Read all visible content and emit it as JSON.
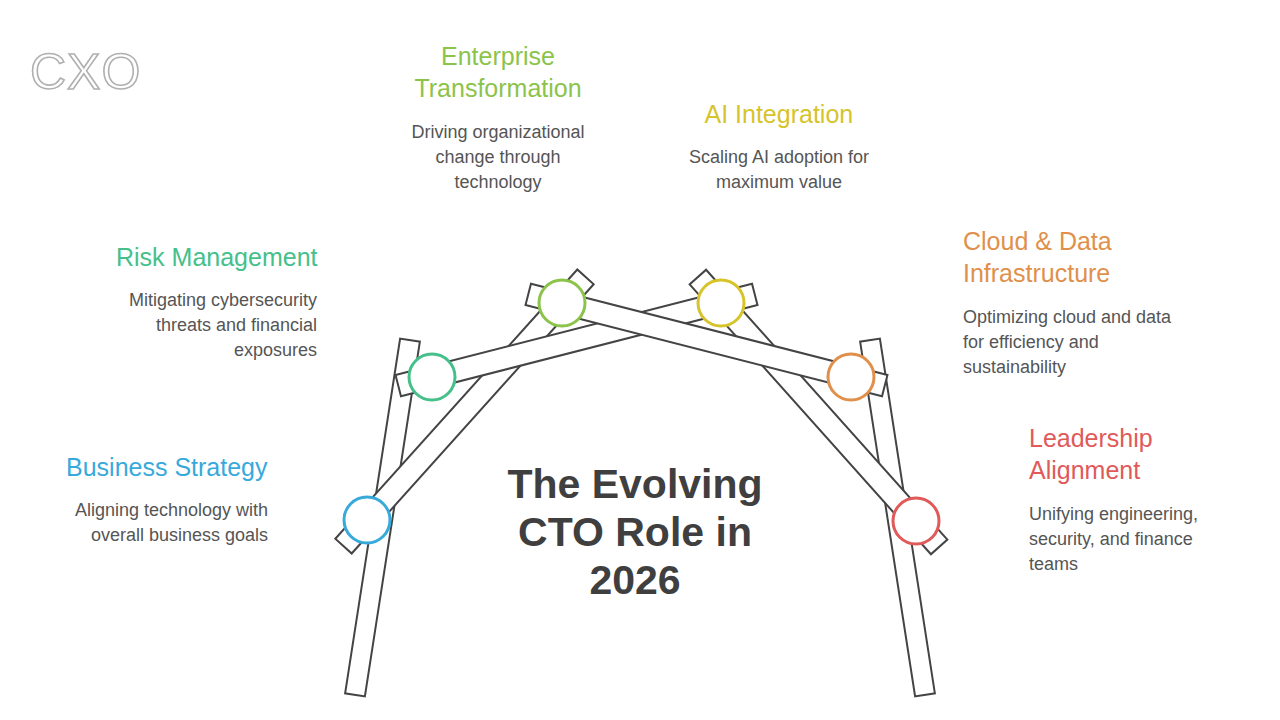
{
  "diagram": {
    "title": "The Evolving CTO Role in 2026",
    "nodes": [
      {
        "text": [
          "Business Strategy",
          "Aligning technology with overall business goals"
        ]
      },
      {
        "text": [
          "Risk Management",
          "Mitigating cybersecurity threats and financial exposures"
        ]
      },
      {
        "text": [
          "Enterprise Transformation",
          "Driving organizational change through technology"
        ]
      },
      {
        "text": [
          "AI Integration",
          "Scaling AI adoption for maximum value"
        ]
      },
      {
        "text": [
          "Cloud & Data Infrastructure",
          "Optimizing cloud and data for efficiency and sustainability"
        ]
      },
      {
        "text": [
          "Leadership Alignment",
          "Unifying engineering, security, and finance teams"
        ]
      }
    ],
    "labels": [
      "CXO"
    ]
  }
}
